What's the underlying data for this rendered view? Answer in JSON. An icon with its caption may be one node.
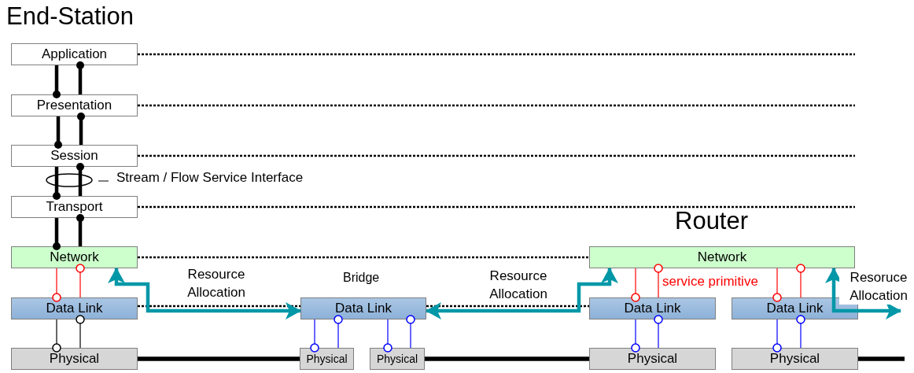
{
  "diagram": {
    "nodes": [
      {
        "text": [
          "Application"
        ]
      },
      {
        "text": [
          "Presentation"
        ]
      },
      {
        "text": [
          "Session"
        ]
      },
      {
        "text": [
          "Transport"
        ]
      },
      {
        "text": [
          "Network"
        ]
      },
      {
        "text": [
          "Data Link"
        ]
      },
      {
        "text": [
          "Physical"
        ]
      },
      {
        "text": [
          "Data Link"
        ]
      },
      {
        "text": [
          "Physical"
        ]
      },
      {
        "text": [
          "Physical"
        ]
      },
      {
        "text": [
          "Network"
        ]
      },
      {
        "text": [
          "Data Link"
        ]
      },
      {
        "text": [
          "Data Link"
        ]
      },
      {
        "text": [
          "Physical"
        ]
      },
      {
        "text": [
          "Physical"
        ]
      }
    ],
    "edges": [
      {
        "from": 0,
        "to": 1,
        "arrow": "other",
        "style": "thick"
      },
      {
        "from": 1,
        "to": 0,
        "arrow": "other",
        "style": "thick"
      },
      {
        "from": 1,
        "to": 2,
        "arrow": "other",
        "style": "thick"
      },
      {
        "from": 2,
        "to": 1,
        "arrow": "other",
        "style": "thick"
      },
      {
        "from": 2,
        "to": 3,
        "arrow": "other",
        "style": "thick"
      },
      {
        "from": 3,
        "to": 2,
        "arrow": "other",
        "style": "thick"
      },
      {
        "from": 3,
        "to": 4,
        "arrow": "other",
        "style": "thick"
      },
      {
        "from": 4,
        "to": 3,
        "arrow": "other",
        "style": "thick"
      },
      {
        "from": 4,
        "to": 5,
        "arrow": "other",
        "color": "#ff0000"
      },
      {
        "from": 5,
        "to": 4,
        "arrow": "other",
        "color": "#ff0000"
      },
      {
        "from": 5,
        "to": 6,
        "arrow": "other"
      },
      {
        "from": 6,
        "to": 5,
        "arrow": "other"
      },
      {
        "from": 7,
        "to": 8,
        "arrow": "other",
        "color": "#0000ff"
      },
      {
        "from": 8,
        "to": 7,
        "arrow": "other",
        "color": "#0000ff"
      },
      {
        "from": 7,
        "to": 9,
        "arrow": "other",
        "color": "#0000ff"
      },
      {
        "from": 9,
        "to": 7,
        "arrow": "other",
        "color": "#0000ff"
      },
      {
        "from": 10,
        "to": 11,
        "arrow": "other",
        "color": "#ff0000"
      },
      {
        "from": 11,
        "to": 10,
        "arrow": "other",
        "color": "#ff0000"
      },
      {
        "from": 10,
        "to": 12,
        "arrow": "other",
        "color": "#ff0000"
      },
      {
        "from": 12,
        "to": 10,
        "arrow": "other",
        "color": "#ff0000"
      },
      {
        "from": 11,
        "to": 13,
        "arrow": "other",
        "color": "#0000ff"
      },
      {
        "from": 13,
        "to": 11,
        "arrow": "other",
        "color": "#0000ff"
      },
      {
        "from": 12,
        "to": 14,
        "arrow": "other",
        "color": "#0000ff"
      },
      {
        "from": 14,
        "to": 12,
        "arrow": "other",
        "color": "#0000ff"
      },
      {
        "from": 0,
        "to": null,
        "arrow": "none",
        "style": "dashed"
      },
      {
        "from": 1,
        "to": null,
        "arrow": "none",
        "style": "dashed"
      },
      {
        "from": 2,
        "to": null,
        "arrow": "none",
        "style": "dashed"
      },
      {
        "from": 3,
        "to": null,
        "arrow": "none",
        "style": "dashed"
      },
      {
        "from": 4,
        "to": 10,
        "arrow": "none",
        "style": "dashed"
      },
      {
        "from": 5,
        "to": 7,
        "arrow": "none",
        "style": "dashed"
      },
      {
        "from": 7,
        "to": 11,
        "arrow": "none",
        "style": "dashed"
      },
      {
        "from": 6,
        "to": 8,
        "arrow": "none",
        "style": "thick"
      },
      {
        "from": 9,
        "to": 13,
        "arrow": "none",
        "style": "thick"
      },
      {
        "from": 14,
        "to": null,
        "arrow": "none",
        "style": "thick"
      },
      {
        "from": 4,
        "to": 7,
        "arrow": "both",
        "label": "Resource Allocation",
        "style": "thick",
        "color": "#0097a7"
      },
      {
        "from": 7,
        "to": 10,
        "arrow": "both",
        "label": "Resource Allocation",
        "style": "thick",
        "color": "#0097a7"
      },
      {
        "from": 10,
        "to": null,
        "arrow": "both",
        "label": "Resoruce Allocation",
        "style": "thick",
        "color": "#0097a7"
      }
    ],
    "labels": [
      "End-Station",
      "Stream / Flow Service Interface",
      "Router",
      "Bridge",
      "service primitive"
    ]
  }
}
